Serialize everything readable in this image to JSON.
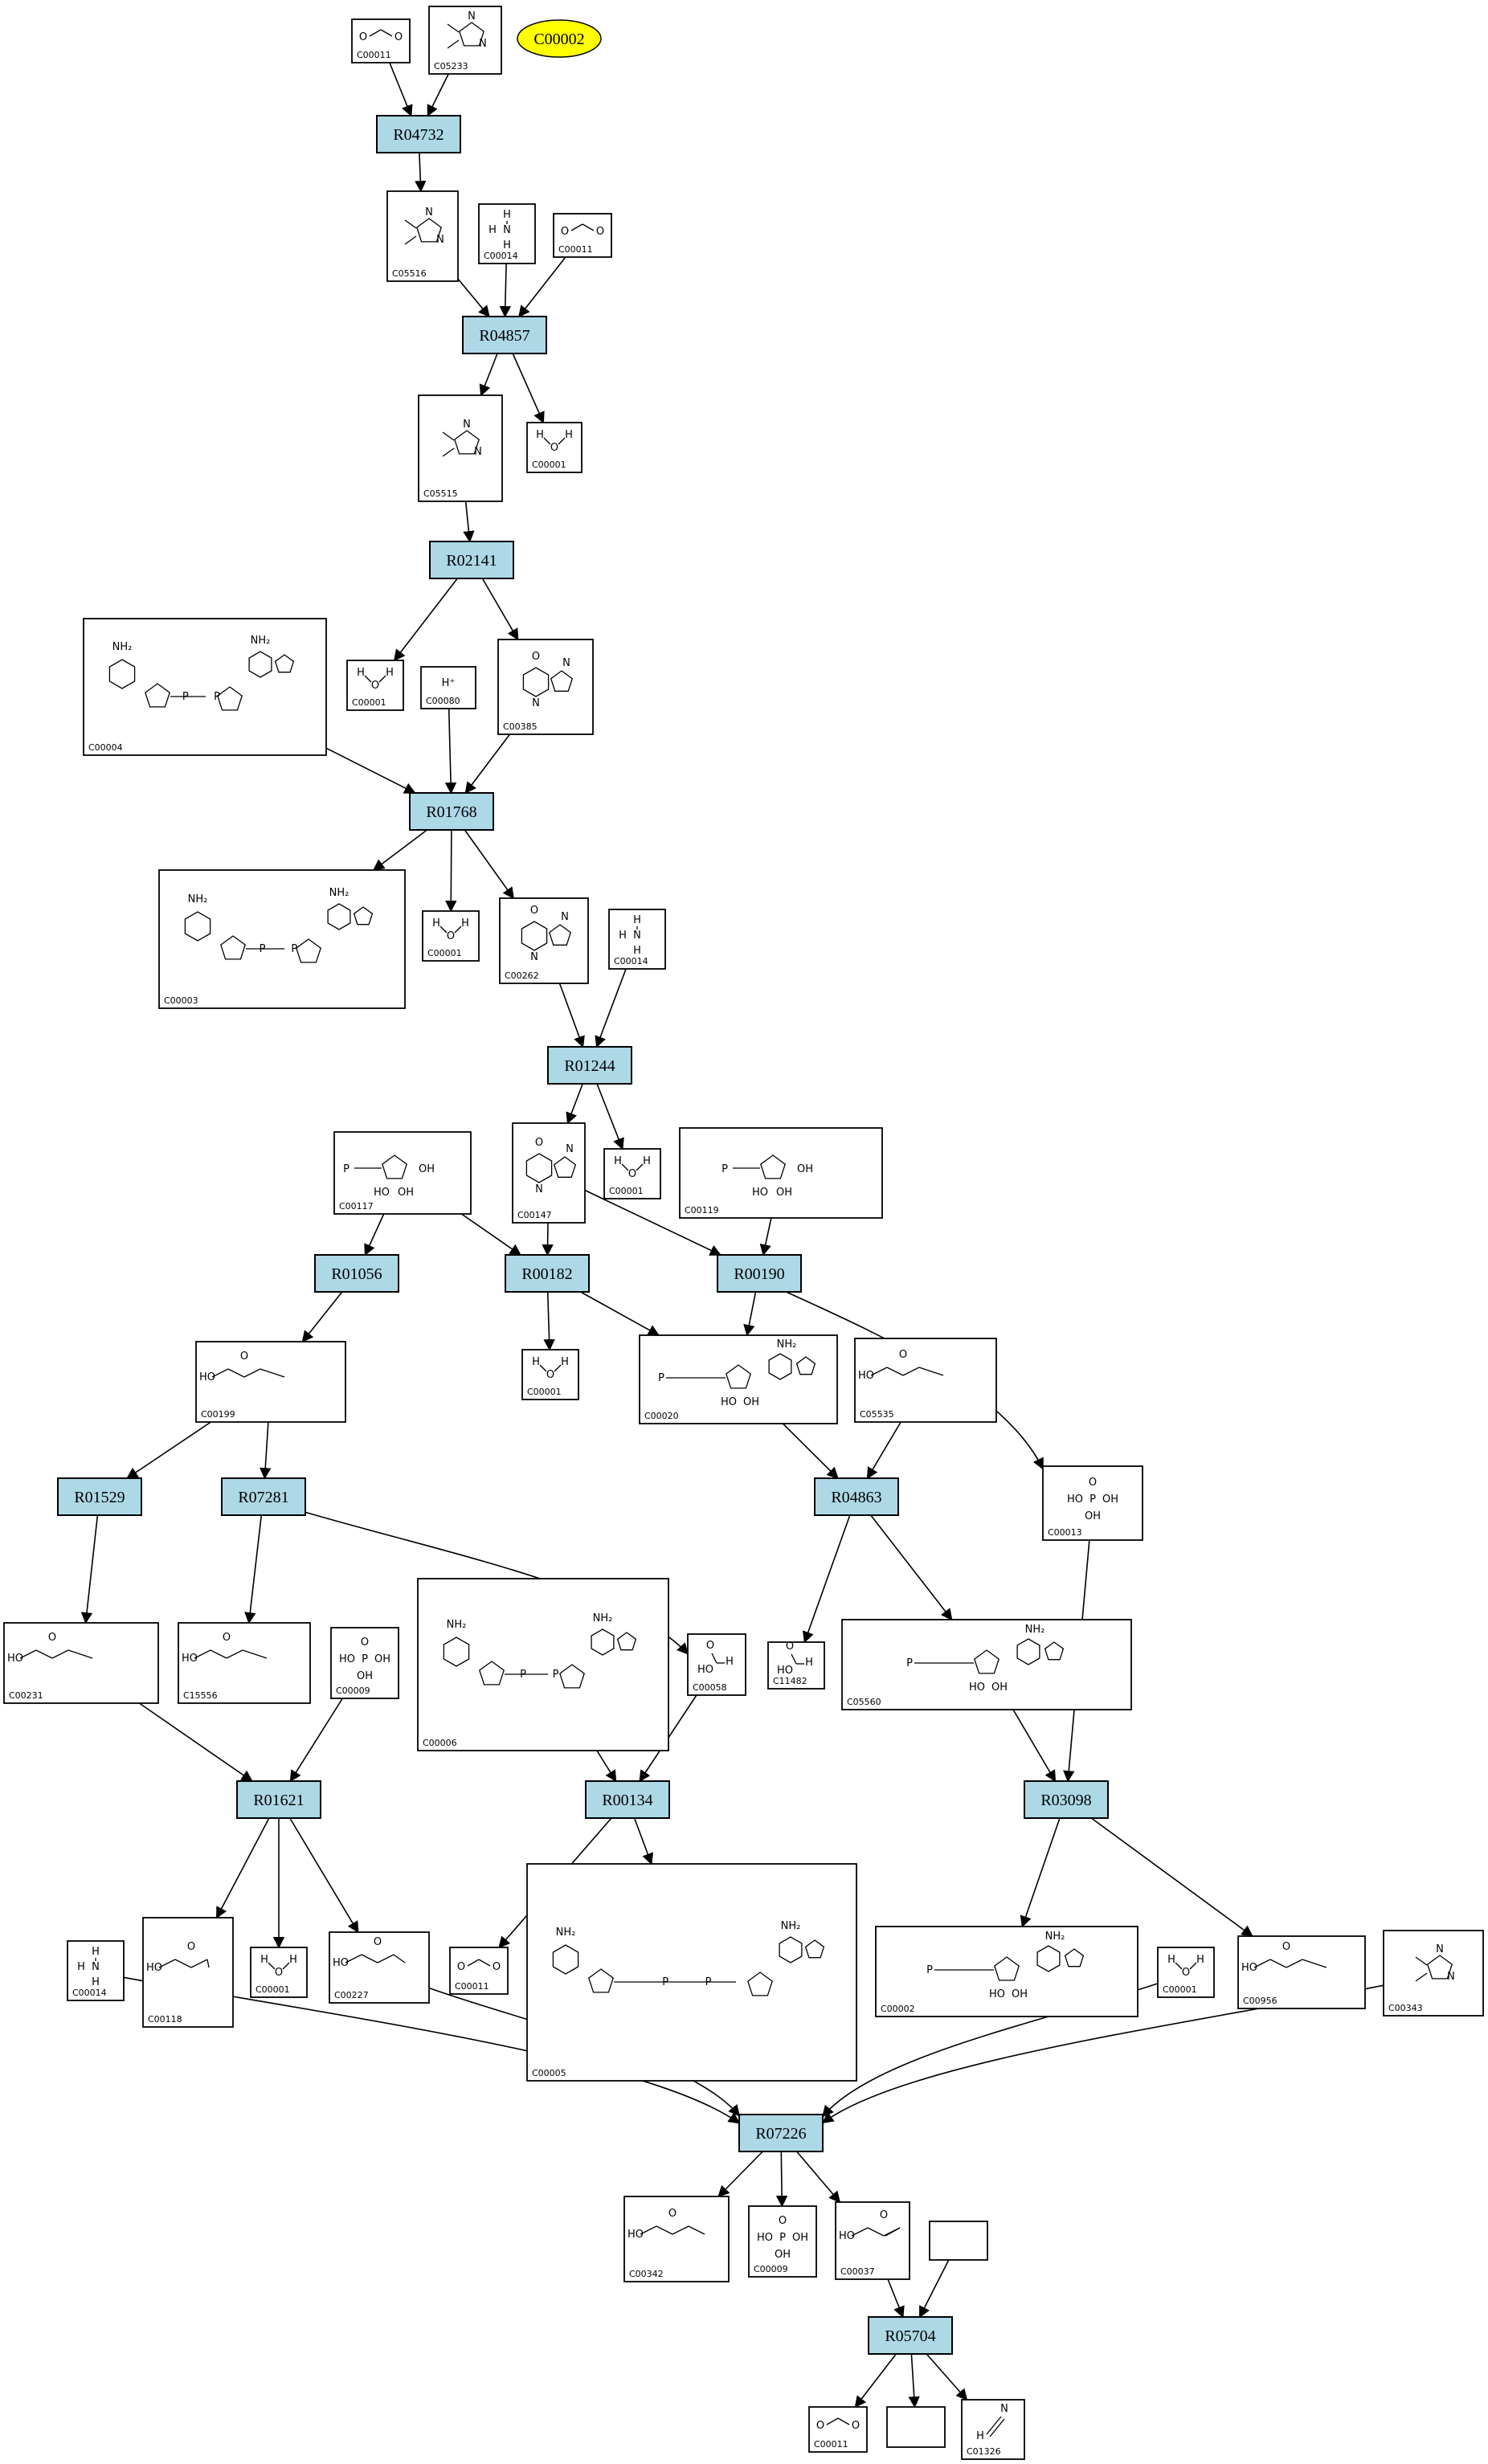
{
  "colors": {
    "reaction_fill": "#add8e6",
    "highlight_fill": "#ffff00",
    "stroke": "#000000"
  },
  "highlight": "C00002",
  "reactions": [
    {
      "id": "R04732"
    },
    {
      "id": "R04857"
    },
    {
      "id": "R02141"
    },
    {
      "id": "R01768"
    },
    {
      "id": "R01244"
    },
    {
      "id": "R01056"
    },
    {
      "id": "R00182"
    },
    {
      "id": "R00190"
    },
    {
      "id": "R01529"
    },
    {
      "id": "R07281"
    },
    {
      "id": "R04863"
    },
    {
      "id": "R01621"
    },
    {
      "id": "R00134"
    },
    {
      "id": "R03098"
    },
    {
      "id": "R07226"
    },
    {
      "id": "R05704"
    }
  ],
  "compounds": [
    {
      "key": "c00011a",
      "id": "C00011",
      "glyph": "co2"
    },
    {
      "key": "c05233",
      "id": "C05233",
      "glyph": "ring5"
    },
    {
      "key": "c05516",
      "id": "C05516",
      "glyph": "ring5"
    },
    {
      "key": "c00014a",
      "id": "C00014",
      "glyph": "nh3"
    },
    {
      "key": "c00011b",
      "id": "C00011",
      "glyph": "co2"
    },
    {
      "key": "c05515",
      "id": "C05515",
      "glyph": "ring5"
    },
    {
      "key": "c00001a",
      "id": "C00001",
      "glyph": "h2o"
    },
    {
      "key": "c00004",
      "id": "C00004",
      "glyph": "nad"
    },
    {
      "key": "c00001b",
      "id": "C00001",
      "glyph": "h2o"
    },
    {
      "key": "c00080",
      "id": "C00080",
      "glyph": "hplus"
    },
    {
      "key": "c00385",
      "id": "C00385",
      "glyph": "purine"
    },
    {
      "key": "c00003",
      "id": "C00003",
      "glyph": "nad"
    },
    {
      "key": "c00001c",
      "id": "C00001",
      "glyph": "h2o"
    },
    {
      "key": "c00262",
      "id": "C00262",
      "glyph": "purine"
    },
    {
      "key": "c00014b",
      "id": "C00014",
      "glyph": "nh3"
    },
    {
      "key": "c00117",
      "id": "C00117",
      "glyph": "sugar"
    },
    {
      "key": "c00147",
      "id": "C00147",
      "glyph": "purine"
    },
    {
      "key": "c00001d",
      "id": "C00001",
      "glyph": "h2o"
    },
    {
      "key": "c00119",
      "id": "C00119",
      "glyph": "sugar"
    },
    {
      "key": "c00199",
      "id": "C00199",
      "glyph": "chain"
    },
    {
      "key": "c00001e",
      "id": "C00001",
      "glyph": "h2o"
    },
    {
      "key": "c00020",
      "id": "C00020",
      "glyph": "nucleotide"
    },
    {
      "key": "c05535",
      "id": "C05535",
      "glyph": "chain"
    },
    {
      "key": "c00013",
      "id": "C00013",
      "glyph": "phos"
    },
    {
      "key": "c00231",
      "id": "C00231",
      "glyph": "chain"
    },
    {
      "key": "c15556",
      "id": "C15556",
      "glyph": "chain"
    },
    {
      "key": "c00009a",
      "id": "C00009",
      "glyph": "phos"
    },
    {
      "key": "c00006",
      "id": "C00006",
      "glyph": "nad"
    },
    {
      "key": "c00058",
      "id": "C00058",
      "glyph": "small"
    },
    {
      "key": "c11482",
      "id": "C11482",
      "glyph": "small"
    },
    {
      "key": "c05560",
      "id": "C05560",
      "glyph": "nucleotide"
    },
    {
      "key": "c00014c",
      "id": "C00014",
      "glyph": "nh3"
    },
    {
      "key": "c00118",
      "id": "C00118",
      "glyph": "chain"
    },
    {
      "key": "c00001f",
      "id": "C00001",
      "glyph": "h2o"
    },
    {
      "key": "c00227",
      "id": "C00227",
      "glyph": "chain"
    },
    {
      "key": "c00011c",
      "id": "C00011",
      "glyph": "co2"
    },
    {
      "key": "c00005",
      "id": "C00005",
      "glyph": "nad"
    },
    {
      "key": "c00002",
      "id": "C00002",
      "glyph": "nucleotide"
    },
    {
      "key": "c00001g",
      "id": "C00001",
      "glyph": "h2o"
    },
    {
      "key": "c00956",
      "id": "C00956",
      "glyph": "chain"
    },
    {
      "key": "c00343",
      "id": "C00343",
      "glyph": "ring5"
    },
    {
      "key": "c00342",
      "id": "C00342",
      "glyph": "chain"
    },
    {
      "key": "c00009b",
      "id": "C00009",
      "glyph": "phos"
    },
    {
      "key": "c00037",
      "id": "C00037",
      "glyph": "chain"
    },
    {
      "key": "blank1",
      "id": "",
      "glyph": "none"
    },
    {
      "key": "c00011d",
      "id": "C00011",
      "glyph": "co2"
    },
    {
      "key": "blank2",
      "id": "",
      "glyph": "none"
    },
    {
      "key": "c01326",
      "id": "C01326",
      "glyph": "hcn"
    }
  ],
  "edges": [
    [
      "c00011a",
      "R04732"
    ],
    [
      "c05233",
      "R04732"
    ],
    [
      "R04732",
      "c05516"
    ],
    [
      "c05516",
      "R04857"
    ],
    [
      "c00014a",
      "R04857"
    ],
    [
      "c00011b",
      "R04857"
    ],
    [
      "R04857",
      "c05515"
    ],
    [
      "R04857",
      "c00001a"
    ],
    [
      "c05515",
      "R02141"
    ],
    [
      "R02141",
      "c00001b"
    ],
    [
      "R02141",
      "c00385"
    ],
    [
      "c00004",
      "R01768"
    ],
    [
      "c00080",
      "R01768"
    ],
    [
      "c00385",
      "R01768"
    ],
    [
      "R01768",
      "c00003"
    ],
    [
      "R01768",
      "c00001c"
    ],
    [
      "R01768",
      "c00262"
    ],
    [
      "c00262",
      "R01244"
    ],
    [
      "c00014b",
      "R01244"
    ],
    [
      "R01244",
      "c00147"
    ],
    [
      "R01244",
      "c00001d"
    ],
    [
      "c00117",
      "R01056"
    ],
    [
      "c00117",
      "R00182"
    ],
    [
      "c00147",
      "R00182"
    ],
    [
      "c00147",
      "R00190"
    ],
    [
      "c00119",
      "R00190"
    ],
    [
      "R01056",
      "c00199"
    ],
    [
      "R00182",
      "c00001e"
    ],
    [
      "R00182",
      "c00020"
    ],
    [
      "R00190",
      "c00020"
    ],
    [
      "R00190",
      "c00013"
    ],
    [
      "c00199",
      "R01529"
    ],
    [
      "c00199",
      "R07281"
    ],
    [
      "c00020",
      "R04863"
    ],
    [
      "c05535",
      "R04863"
    ],
    [
      "R01529",
      "c00231"
    ],
    [
      "R07281",
      "c15556"
    ],
    [
      "R07281",
      "c00058"
    ],
    [
      "R04863",
      "c11482"
    ],
    [
      "R04863",
      "c05560"
    ],
    [
      "c00231",
      "R01621"
    ],
    [
      "c00009a",
      "R01621"
    ],
    [
      "c00006",
      "R00134"
    ],
    [
      "c00058",
      "R00134"
    ],
    [
      "c05560",
      "R03098"
    ],
    [
      "c00013",
      "R03098"
    ],
    [
      "R01621",
      "c00118"
    ],
    [
      "R01621",
      "c00001f"
    ],
    [
      "R01621",
      "c00227"
    ],
    [
      "R00134",
      "c00011c"
    ],
    [
      "R00134",
      "c00005"
    ],
    [
      "R03098",
      "c00002"
    ],
    [
      "R03098",
      "c00956"
    ],
    [
      "c00014c",
      "R07226"
    ],
    [
      "c00227",
      "R07226"
    ],
    [
      "c00001g",
      "R07226"
    ],
    [
      "c00343",
      "R07226"
    ],
    [
      "R07226",
      "c00342"
    ],
    [
      "R07226",
      "c00009b"
    ],
    [
      "R07226",
      "c00037"
    ],
    [
      "c00037",
      "R05704"
    ],
    [
      "blank1",
      "R05704"
    ],
    [
      "R05704",
      "c00011d"
    ],
    [
      "R05704",
      "blank2"
    ],
    [
      "R05704",
      "c01326"
    ]
  ]
}
